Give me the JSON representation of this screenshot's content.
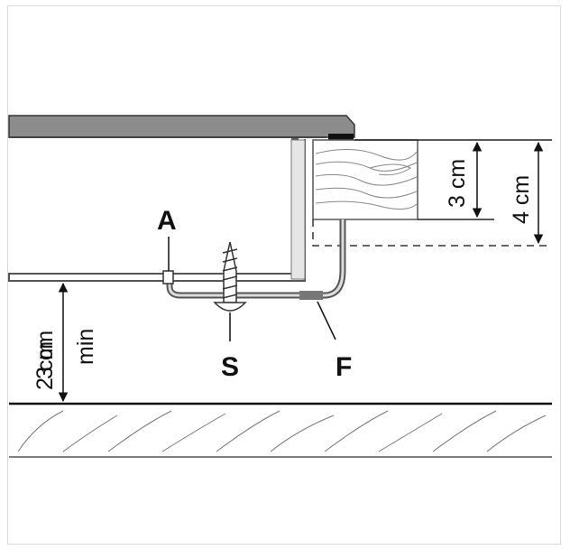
{
  "labels": {
    "a": "A",
    "s": "S",
    "f": "F"
  },
  "dimensions": {
    "top_inner": "3 cm",
    "top_outer": "4 cm",
    "bottom_value_1": "2 cm",
    "bottom_value_2": "3 cm",
    "bottom_suffix": "min"
  },
  "colors": {
    "countertop": "#8c8c8c",
    "line": "#222222",
    "bracket": "#555555"
  }
}
